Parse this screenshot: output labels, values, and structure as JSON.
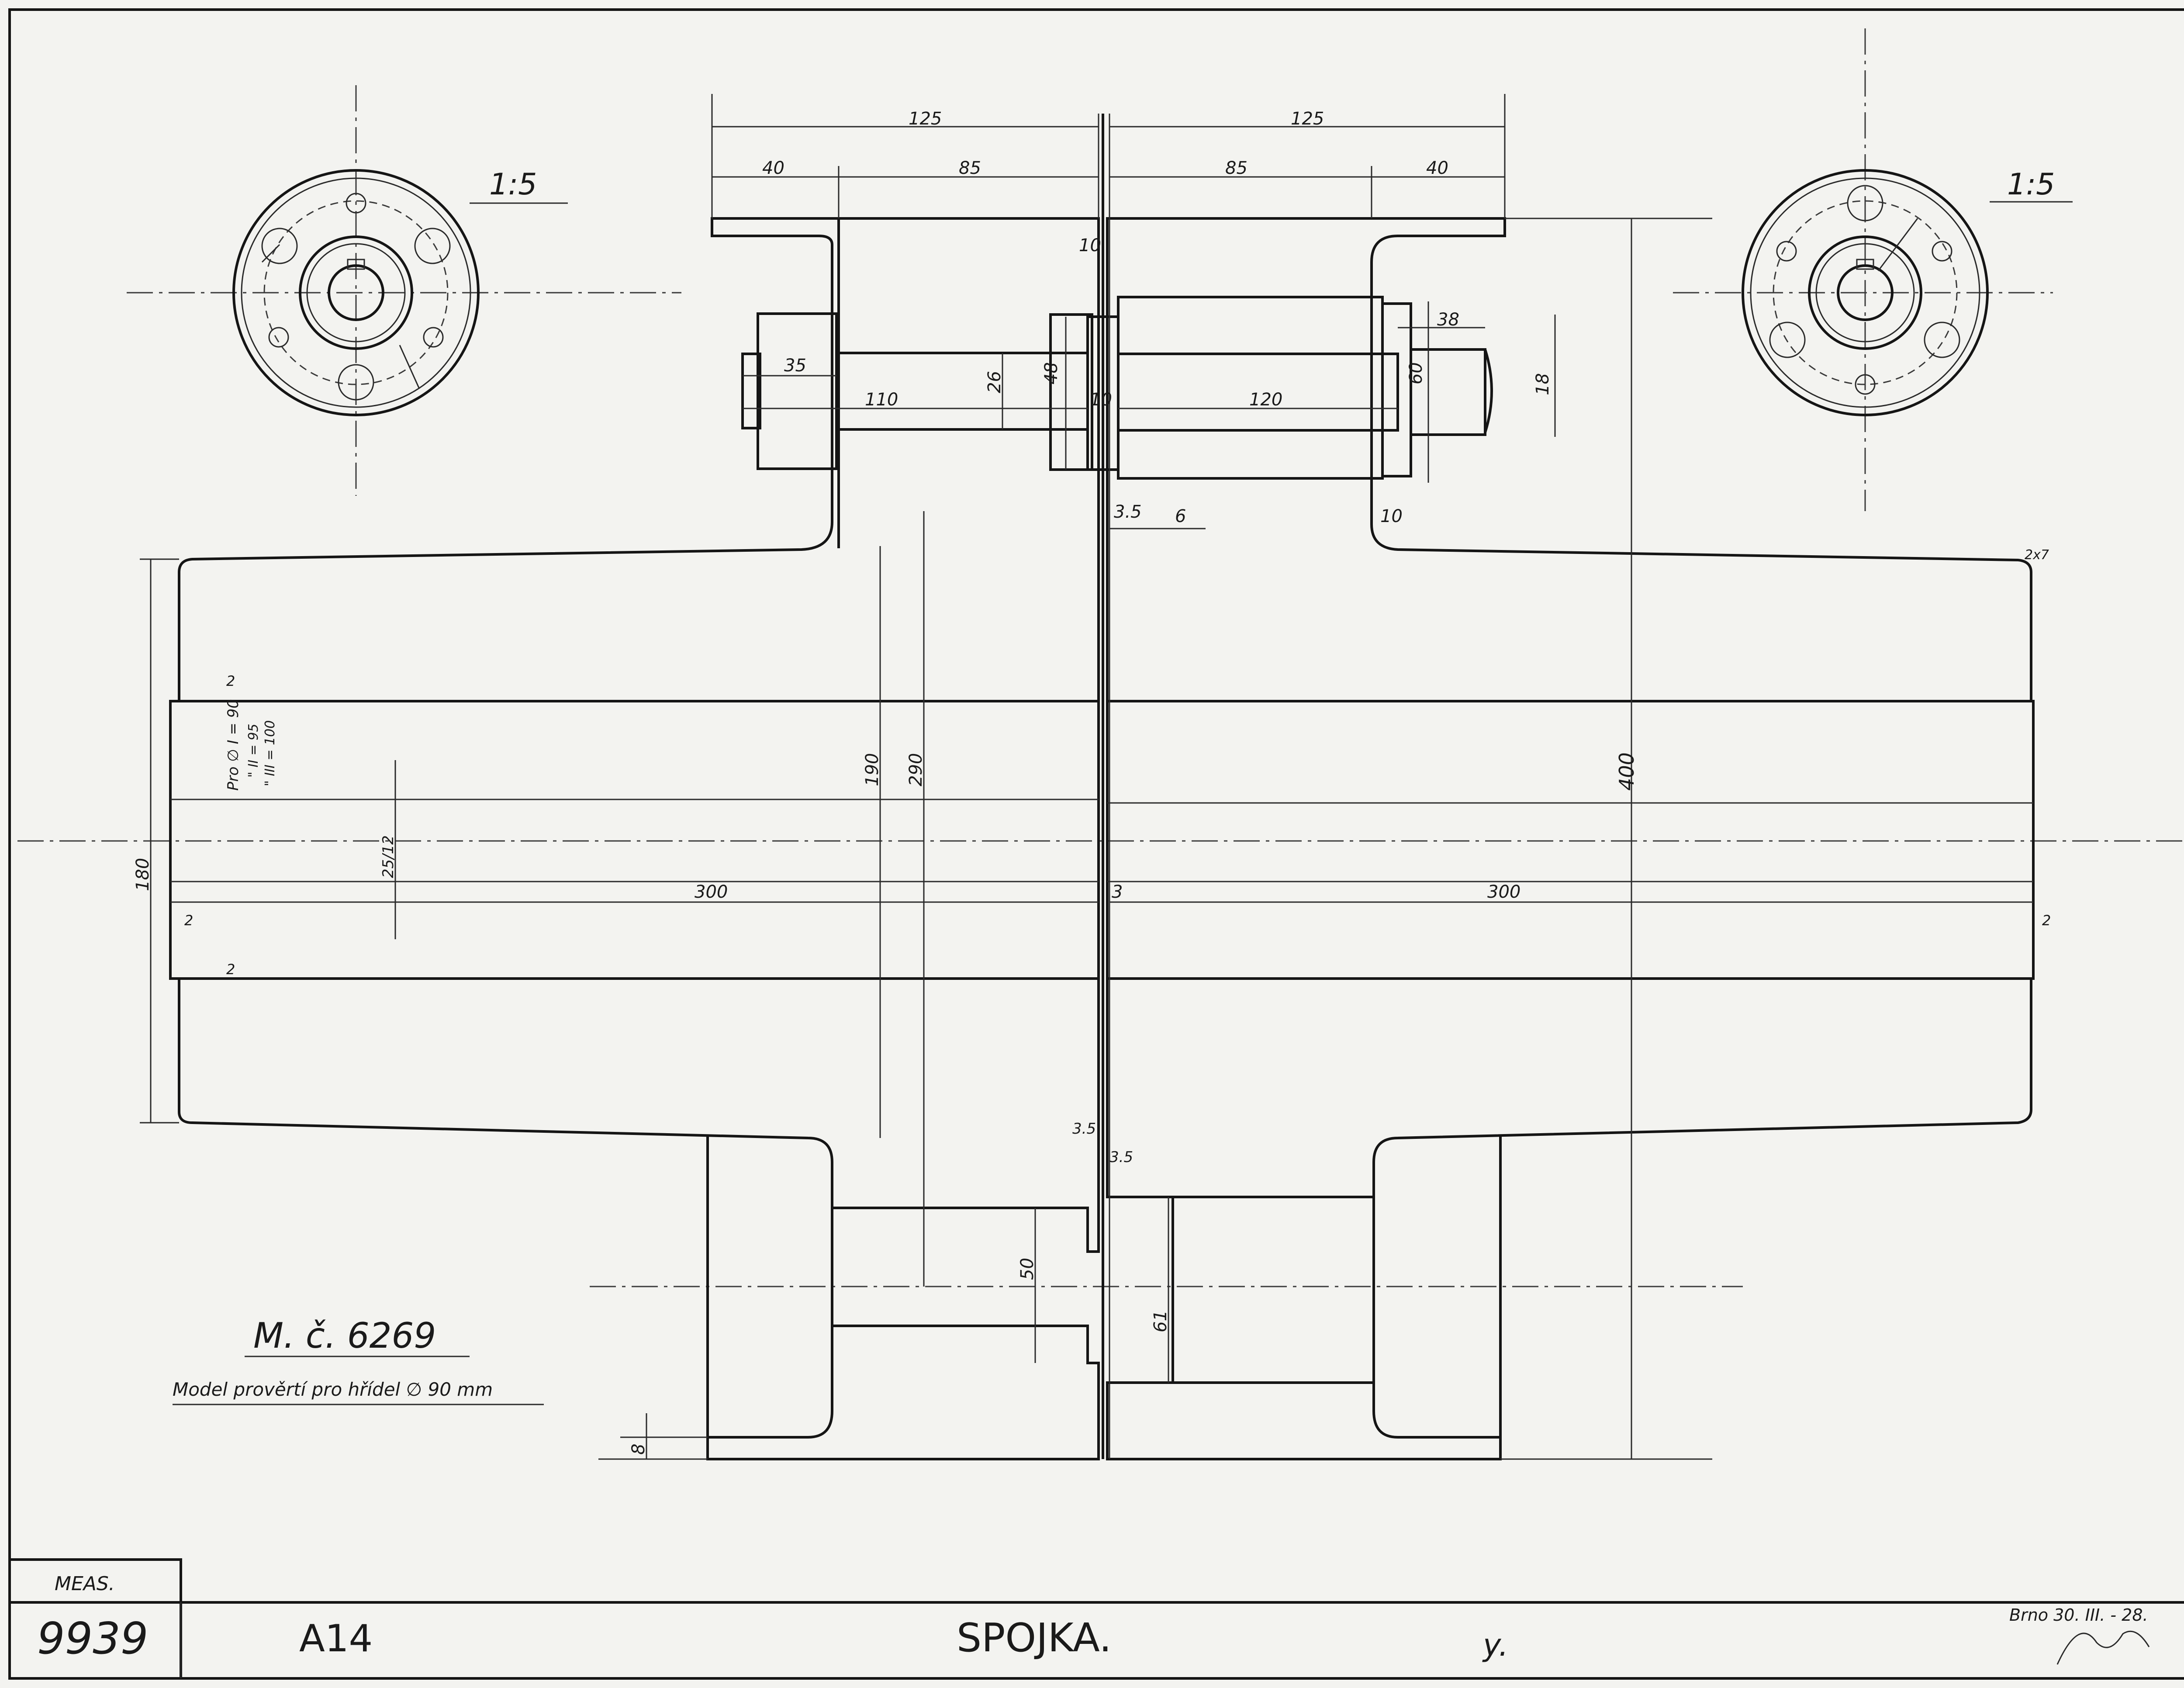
{
  "drawing": {
    "scale_left": "1:5",
    "scale_right": "1:5",
    "model_number": "M. č. 6269",
    "model_note": "Model prověrtí pro hřídel ∅ 90 mm",
    "bore_note_1": "Pro ∅ I = 90",
    "bore_note_2": "\" II = 95",
    "bore_note_3": "\" III = 100",
    "date_note": "Brno 30. III. - 28.",
    "signature_mark": "y."
  },
  "dimensions": {
    "half_length_left": "125",
    "half_length_right": "125",
    "hub_left": "40",
    "flange_left": "85",
    "flange_right": "85",
    "hub_right": "40",
    "gap_top": "10",
    "bolt_head": "35",
    "bolt_dia": "26",
    "bolt_collar": "48",
    "bolt_len_left": "110",
    "gap_mid": "10",
    "bush_len": "120",
    "bush_head": "38",
    "bush_dia": "60",
    "bush_bore": "18",
    "gap_a": "3.5",
    "ring_pitch": "6",
    "fillet": "10",
    "chamfer": "2x7",
    "bolt_circle": "190",
    "flange_dia": "290",
    "outer_dia": "400",
    "hub_dia": "180",
    "keyway": "25/12",
    "bore_len_left": "300",
    "bore_len_right": "300",
    "center_gap": "3",
    "chamfer_left_a": "2",
    "chamfer_left_b": "2",
    "chamfer_left_c": "2",
    "chamfer_right": "2",
    "lower_gap_1": "3.5",
    "lower_gap_2": "3.5",
    "hole_left": "50",
    "hole_right": "61",
    "rim": "8"
  },
  "title_block": {
    "meas_label": "MEAS.",
    "drawing_number": "9939",
    "sheet_code": "A14",
    "title": "SPOJKA."
  },
  "colors": {
    "paper": "#f3f3f0",
    "ink": "#1a1a1a"
  }
}
